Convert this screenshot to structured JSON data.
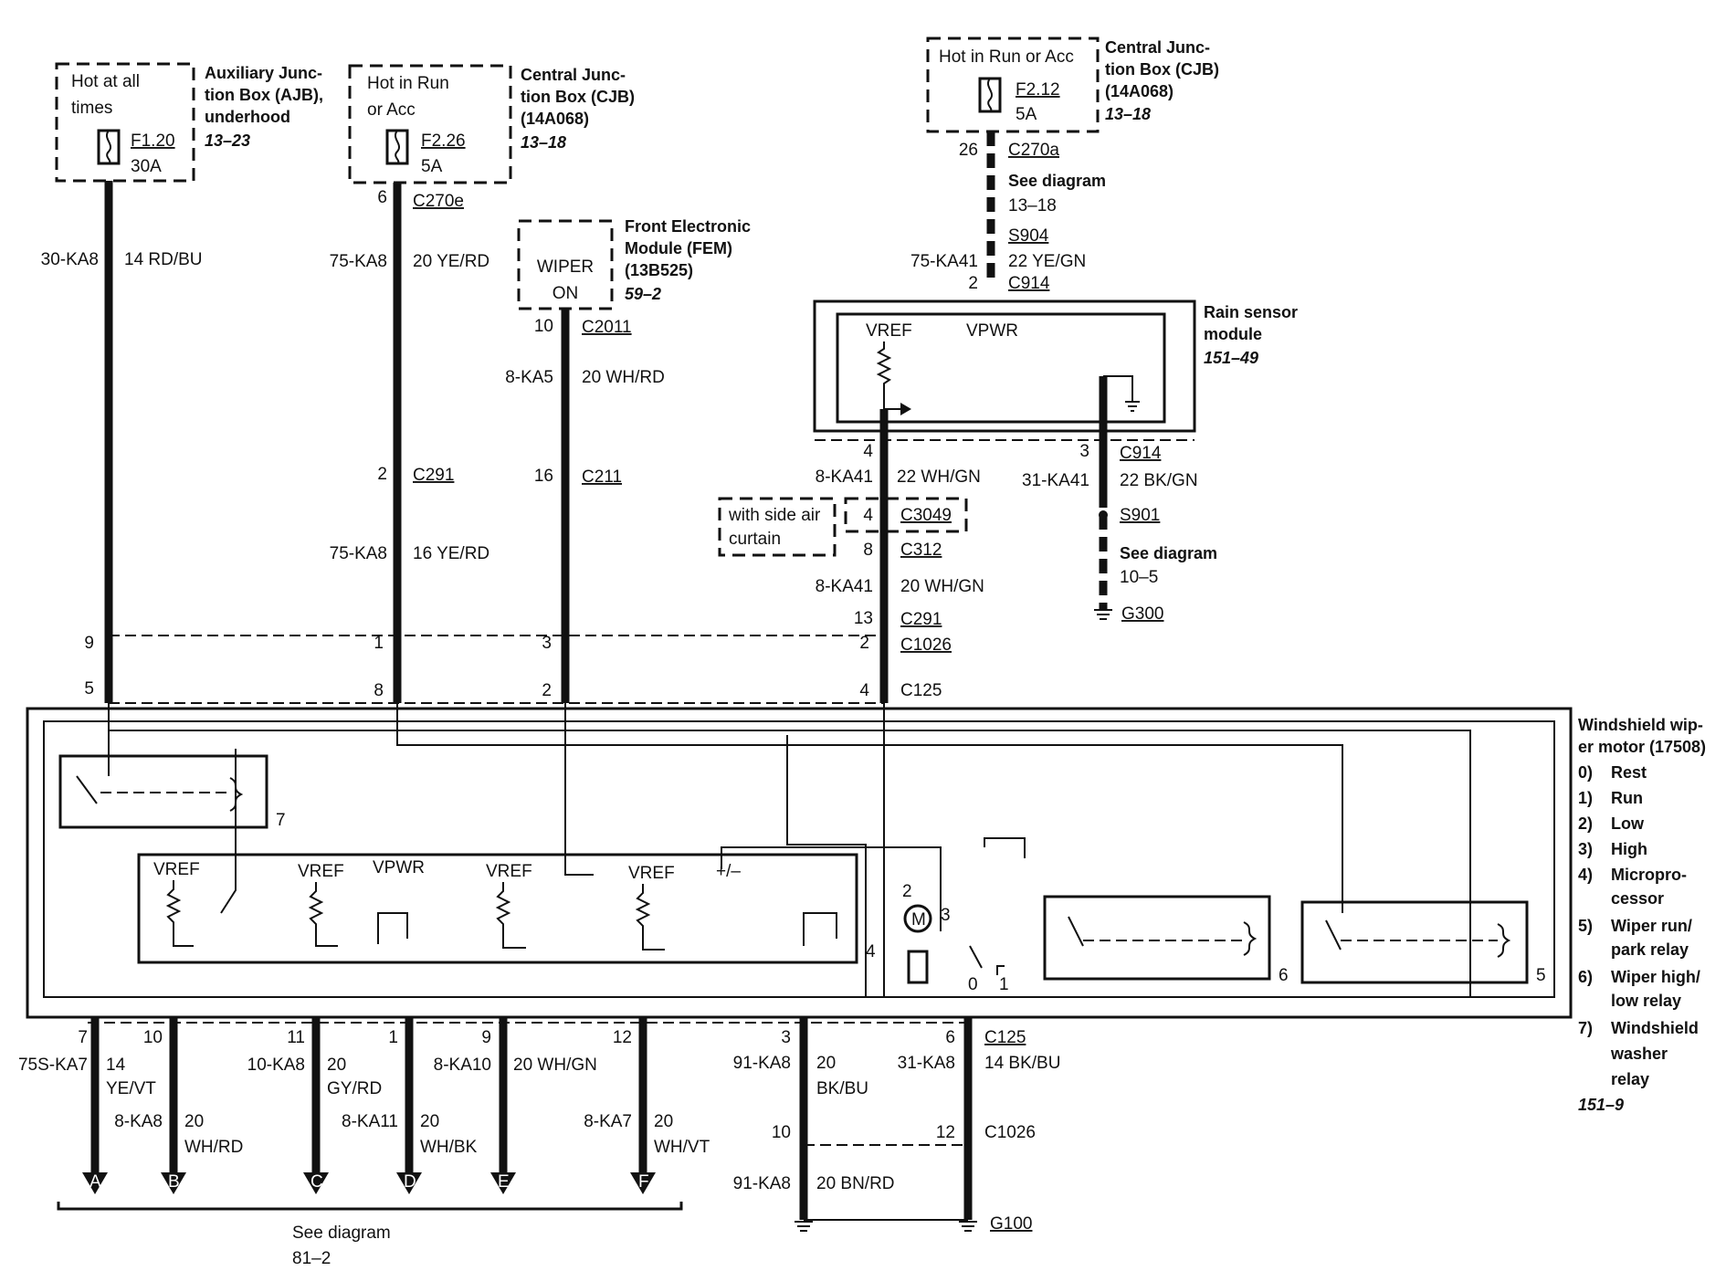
{
  "supply": {
    "ajb": {
      "hot": "Hot at all times",
      "fuse": "F1.20",
      "amps": "30A",
      "name": "Auxiliary Junction Box (AJB), underhood",
      "ref": "13–23"
    },
    "cjb_left": {
      "hot": "Hot in Run or Acc",
      "fuse": "F2.26",
      "amps": "5A",
      "name": "Central Junction Box (CJB) (14A068)",
      "ref": "13–18"
    },
    "cjb_right": {
      "hot": "Hot in Run or Acc",
      "fuse": "F2.12",
      "amps": "5A",
      "name": "Central Junction Box (CJB) (14A068)",
      "ref": "13–18"
    },
    "fem": {
      "label_1": "WIPER",
      "label_2": "ON",
      "name": "Front Electronic Module (FEM) (13B525)",
      "ref": "59–2"
    }
  },
  "wires": {
    "w1": {
      "circuit": "30-KA8",
      "gauge_color": "14 RD/BU"
    },
    "w2": {
      "circuit": "75-KA8",
      "gauge_color": "20 YE/RD"
    },
    "w2b": {
      "circuit": "75-KA8",
      "gauge_color": "16 YE/RD"
    },
    "w3": {
      "circuit": "8-KA5",
      "gauge_color": "20 WH/RD"
    },
    "w4": {
      "circuit": "75-KA41",
      "gauge_color": "22 YE/GN"
    },
    "w5": {
      "circuit": "8-KA41",
      "gauge_color": "22 WH/GN"
    },
    "w5b": {
      "circuit": "8-KA41",
      "gauge_color": "20 WH/GN"
    },
    "w6": {
      "circuit": "31-KA41",
      "gauge_color": "22 BK/GN"
    }
  },
  "connectors": {
    "c270e": {
      "pin": "6",
      "name": "C270e"
    },
    "c270a": {
      "pin": "26",
      "name": "C270a"
    },
    "c2011": {
      "pin": "10",
      "name": "C2011"
    },
    "c291_left": {
      "pin": "2",
      "name": "C291"
    },
    "c211": {
      "pin": "16",
      "name": "C211"
    },
    "s904": "S904",
    "c914_top": {
      "pin": "2",
      "name": "C914"
    },
    "c914_pin4": "4",
    "c914_right": {
      "pin": "3",
      "name": "C914"
    },
    "s901": "S901",
    "c3049": {
      "pin": "4",
      "name": "C3049"
    },
    "c312": {
      "pin": "8",
      "name": "C312"
    },
    "c291_right": {
      "pin": "13",
      "name": "C291"
    },
    "c1026_top": {
      "pins": [
        "9",
        "1",
        "3",
        "2"
      ],
      "name": "C1026"
    },
    "c125_top": {
      "pins": [
        "5",
        "8",
        "2",
        "4"
      ],
      "name": "C125"
    },
    "c125_bottom": {
      "pins": [
        "3",
        "6"
      ],
      "name": "C125"
    },
    "c1026_bottom": {
      "pins": [
        "10",
        "12"
      ],
      "name": "C1026"
    },
    "see_diagram_upper": {
      "text": "See diagram",
      "ref": "13–18"
    },
    "see_diagram_right": {
      "text": "See diagram",
      "ref": "10–5"
    },
    "side_air_1": "with side air",
    "side_air_2": "curtain"
  },
  "rain_sensor": {
    "name": "Rain sensor module",
    "ref": "151–49",
    "vref": "VREF",
    "vpwr": "VPWR"
  },
  "grounds": {
    "g300": "G300",
    "g100": "G100"
  },
  "motor": {
    "title": "Windshield wiper motor (17508)",
    "legend": [
      {
        "num": "0)",
        "text": "Rest"
      },
      {
        "num": "1)",
        "text": "Run"
      },
      {
        "num": "2)",
        "text": "Low"
      },
      {
        "num": "3)",
        "text": "High"
      },
      {
        "num": "4)",
        "text": "Microprocessor"
      },
      {
        "num": "5)",
        "text": "Wiper run/ park relay"
      },
      {
        "num": "6)",
        "text": "Wiper high/ low relay"
      },
      {
        "num": "7)",
        "text": "Windshield washer relay"
      }
    ],
    "ref": "151–9",
    "internal": {
      "vref": "VREF",
      "vpwr": "VPWR",
      "pm": "+/–",
      "n7": "7",
      "n4": "4",
      "n6": "6",
      "n5": "5",
      "m2": "2",
      "m3": "3",
      "m0": "0",
      "m1": "1",
      "m": "M"
    }
  },
  "outputs": {
    "pins": [
      {
        "pin": "7",
        "circuit": "75S-KA7",
        "gauge_1": "14",
        "gauge_2": "YE/VT",
        "letter": "A"
      },
      {
        "pin": "10",
        "circuit": "8-KA8",
        "gauge_1": "20",
        "gauge_2": "WH/RD",
        "letter": "B"
      },
      {
        "pin": "11",
        "circuit": "10-KA8",
        "gauge_1": "20",
        "gauge_2": "GY/RD",
        "letter": "C"
      },
      {
        "pin": "1",
        "circuit": "8-KA11",
        "gauge_1": "20",
        "gauge_2": "WH/BK",
        "letter": "D"
      },
      {
        "pin": "9",
        "circuit": "8-KA10",
        "gauge_1": "20 WH/GN",
        "gauge_2": "",
        "letter": "E"
      },
      {
        "pin": "12",
        "circuit": "8-KA7",
        "gauge_1": "20",
        "gauge_2": "WH/VT",
        "letter": "F"
      }
    ],
    "see_diagram": "See diagram",
    "see_ref": "81–2"
  },
  "ground_wires": {
    "left": {
      "circuit": "91-KA8",
      "gauge_1": "20",
      "gauge_2": "BK/BU",
      "circuit_b": "91-KA8",
      "gauge_b": "20 BN/RD"
    },
    "right": {
      "circuit": "31-KA8",
      "gauge": "14 BK/BU"
    }
  }
}
